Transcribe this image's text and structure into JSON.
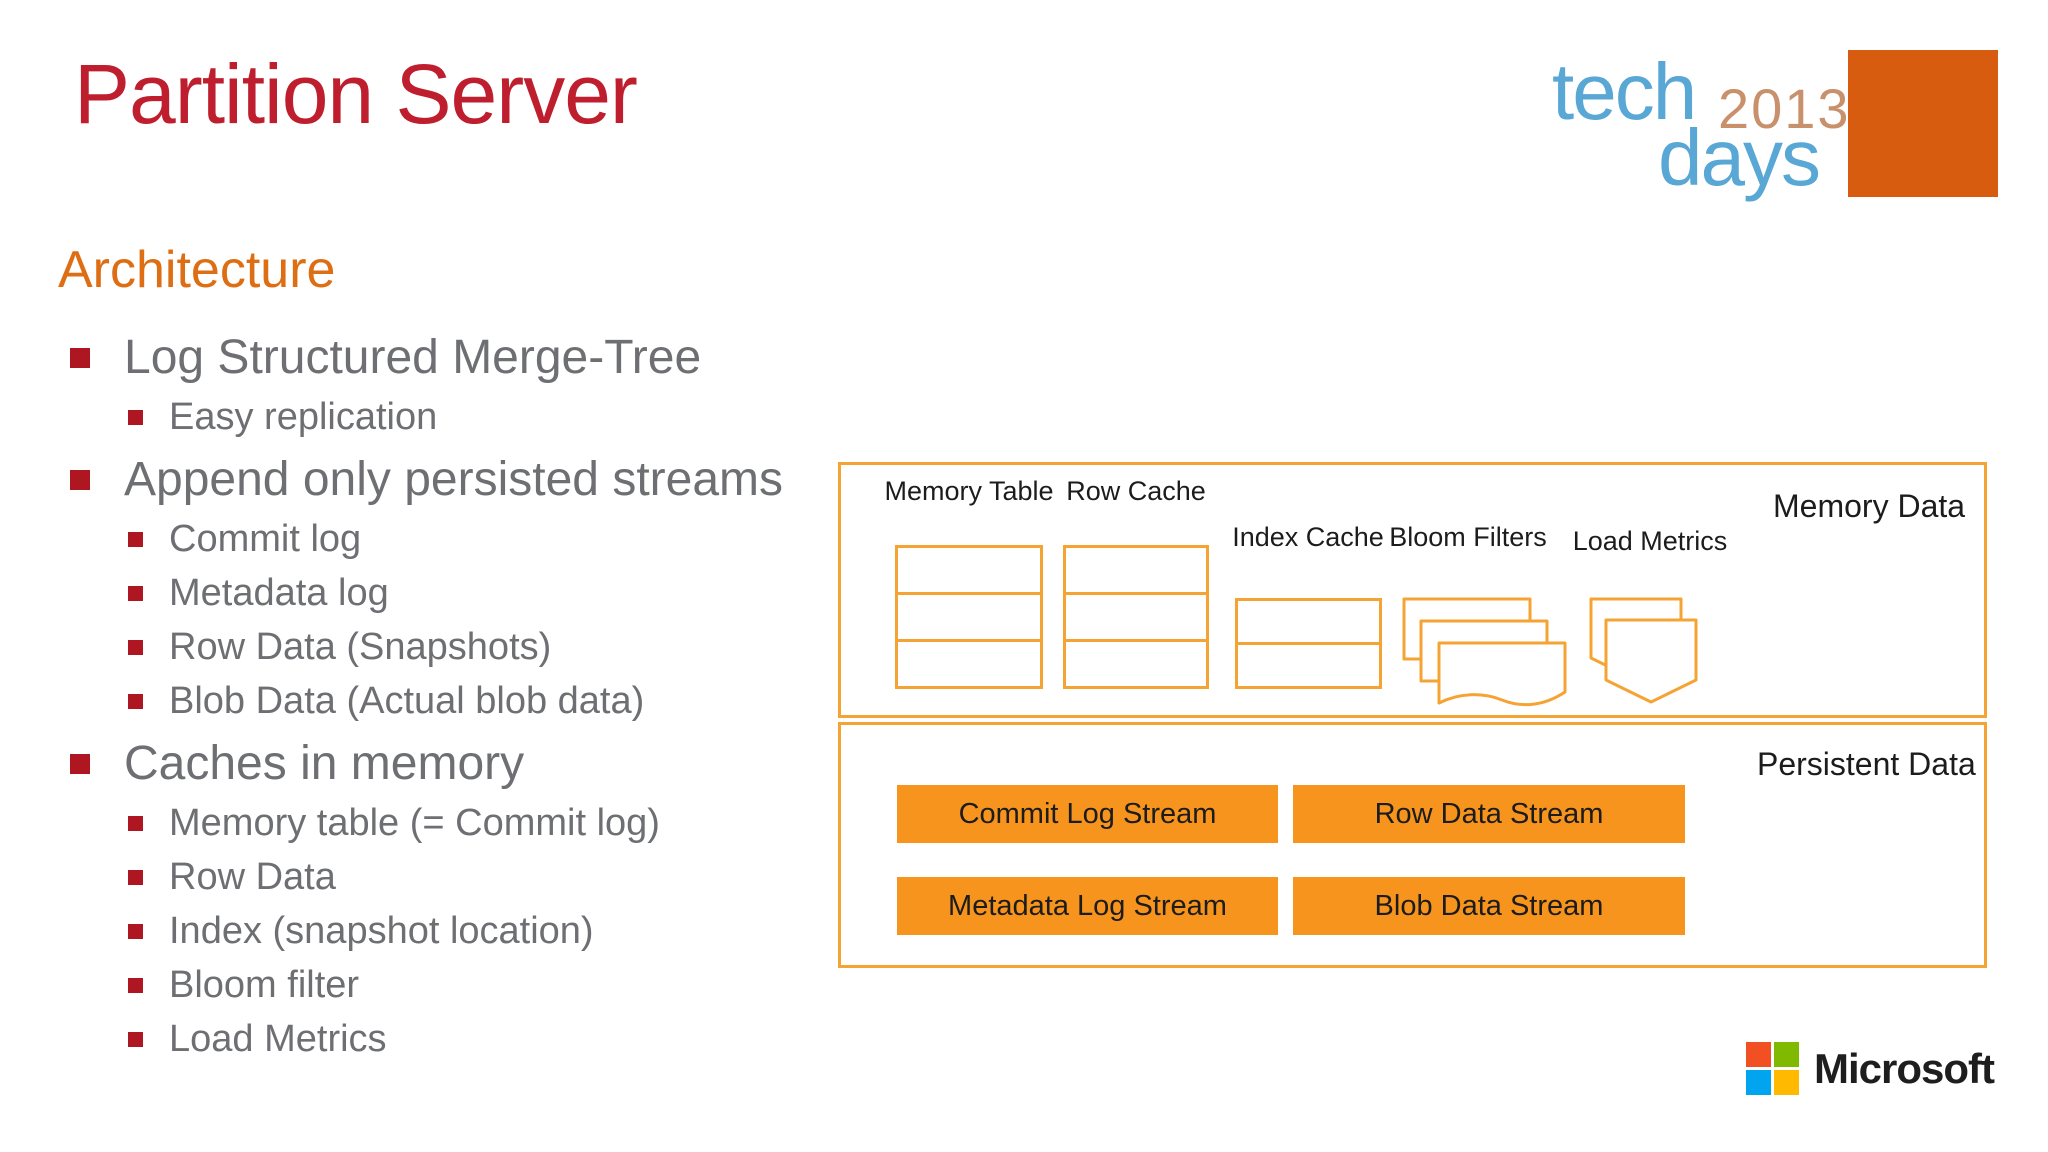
{
  "slide": {
    "title": "Partition Server",
    "section_heading": "Architecture"
  },
  "techdays_logo": {
    "tech": "tech",
    "year": "2013",
    "days": "days"
  },
  "outline": {
    "bullets": [
      {
        "level": 1,
        "text": "Log Structured Merge-Tree"
      },
      {
        "level": 2,
        "text": "Easy replication"
      },
      {
        "level": 1,
        "text": "Append only persisted streams"
      },
      {
        "level": 2,
        "text": "Commit log"
      },
      {
        "level": 2,
        "text": "Metadata log"
      },
      {
        "level": 2,
        "text": "Row Data (Snapshots)"
      },
      {
        "level": 2,
        "text": "Blob Data (Actual blob data)"
      },
      {
        "level": 1,
        "text": "Caches in memory"
      },
      {
        "level": 2,
        "text": "Memory table (= Commit log)"
      },
      {
        "level": 2,
        "text": "Row Data"
      },
      {
        "level": 2,
        "text": "Index (snapshot location)"
      },
      {
        "level": 2,
        "text": "Bloom filter"
      },
      {
        "level": 2,
        "text": "Load Metrics"
      }
    ]
  },
  "diagram": {
    "memory": {
      "title": "Memory Data",
      "labels": {
        "memory_table": "Memory Table",
        "row_cache": "Row Cache",
        "index_cache": "Index Cache",
        "bloom_filters": "Bloom Filters",
        "load_metrics": "Load Metrics"
      }
    },
    "persistent": {
      "title": "Persistent Data",
      "streams": {
        "commit": "Commit Log Stream",
        "row": "Row Data Stream",
        "metadata": "Metadata Log Stream",
        "blob": "Blob Data Stream"
      }
    }
  },
  "footer": {
    "microsoft": "Microsoft"
  },
  "colors": {
    "titleRed": "#BE1E2D",
    "headingOrange": "#DE6E14",
    "bulletRed": "#AE1622",
    "bodyGray": "#6E6F72",
    "diagOrange": "#F5A333",
    "streamOrange": "#F7941D",
    "diagText": "#1C1C1C",
    "techBlue": "#58A7D4",
    "techTan": "#C8916B",
    "techSquare": "#D85C10",
    "msRed": "#F25022",
    "msGreen": "#7FBA00",
    "msBlue": "#00A4EF",
    "msYellow": "#FFB900",
    "msText": "#1E1E1E"
  }
}
